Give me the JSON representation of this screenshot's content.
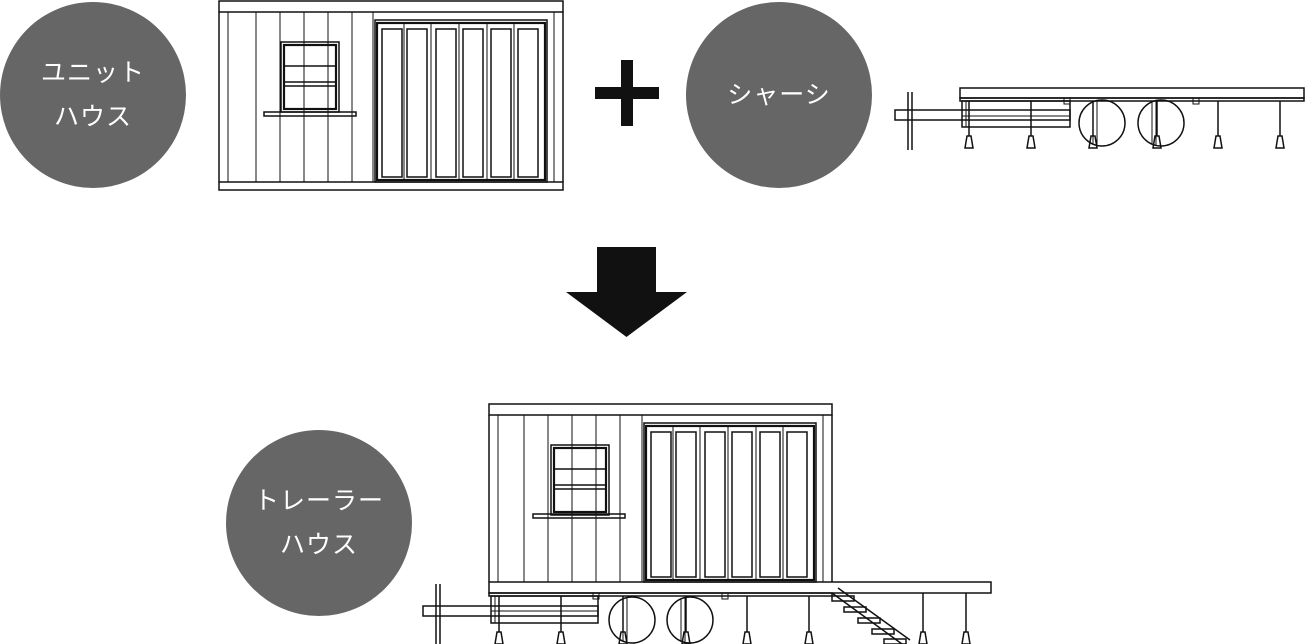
{
  "labels": {
    "unit_house": [
      "ユニット",
      "ハウス"
    ],
    "chassis": [
      "シャーシ"
    ],
    "trailer_house": [
      "トレーラー",
      "ハウス"
    ]
  },
  "symbols": {
    "plus": "plus-icon",
    "arrow": "arrow-down-icon"
  },
  "colors": {
    "circle": "#666666",
    "circle_text": "#ffffff",
    "line": "#111111",
    "symbol": "#111111"
  }
}
